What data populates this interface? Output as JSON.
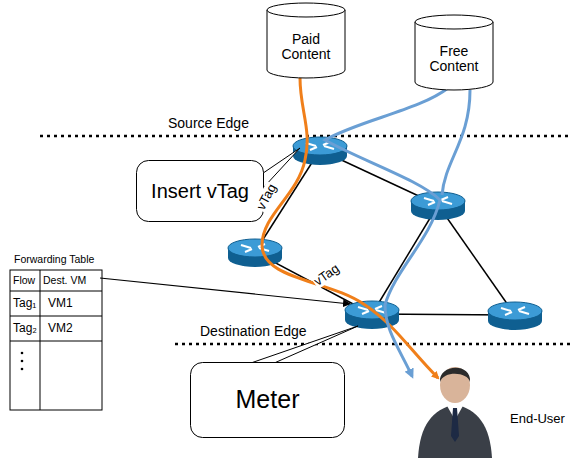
{
  "diagram": {
    "nodes": [
      {
        "text": [
          "Paid Content"
        ]
      },
      {
        "text": [
          "Free Content"
        ]
      },
      {
        "text": [
          "Insert vTag"
        ]
      },
      {
        "text": [
          "Meter"
        ]
      }
    ],
    "labels": [
      "Source Edge",
      "vTag",
      "vTag",
      "Forwarding Table",
      "Flow",
      "Dest. VM",
      "Tag₁",
      "VM1",
      "Tag₂",
      "VM2",
      "Destination Edge",
      "End-User"
    ]
  }
}
